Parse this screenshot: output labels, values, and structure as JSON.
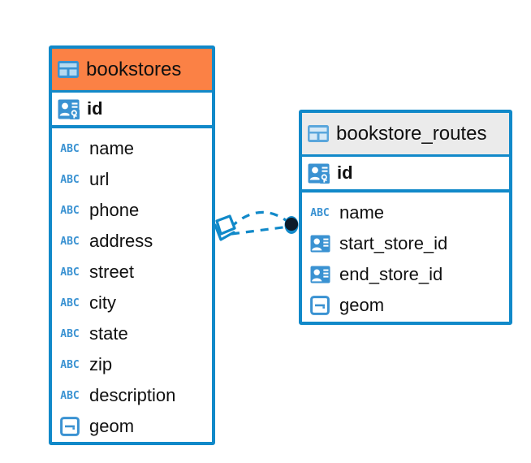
{
  "diagram": {
    "type": "entity-relationship-diagram",
    "colors": {
      "border": "#1189c9",
      "header_accent": "#fb8145",
      "header_neutral": "#ebebeb",
      "icon_blue": "#3a92d2",
      "connector": "#1189c9",
      "connector_endpoint": "#0d1b2a",
      "text": "#101010",
      "background": "#ffffff"
    },
    "entities": [
      {
        "id": "bookstores",
        "name": "bookstores",
        "header_style": "accent",
        "header_icon": "table-icon",
        "primary_key": {
          "name": "id",
          "icon": "primary-key-icon",
          "type": "key"
        },
        "fields": [
          {
            "name": "name",
            "icon": "abc-icon",
            "icon_label": "ABC",
            "type": "text"
          },
          {
            "name": "url",
            "icon": "abc-icon",
            "icon_label": "ABC",
            "type": "text"
          },
          {
            "name": "phone",
            "icon": "abc-icon",
            "icon_label": "ABC",
            "type": "text"
          },
          {
            "name": "address",
            "icon": "abc-icon",
            "icon_label": "ABC",
            "type": "text"
          },
          {
            "name": "street",
            "icon": "abc-icon",
            "icon_label": "ABC",
            "type": "text"
          },
          {
            "name": "city",
            "icon": "abc-icon",
            "icon_label": "ABC",
            "type": "text"
          },
          {
            "name": "state",
            "icon": "abc-icon",
            "icon_label": "ABC",
            "type": "text"
          },
          {
            "name": "zip",
            "icon": "abc-icon",
            "icon_label": "ABC",
            "type": "text"
          },
          {
            "name": "description",
            "icon": "abc-icon",
            "icon_label": "ABC",
            "type": "text"
          },
          {
            "name": "geom",
            "icon": "geometry-icon",
            "icon_label": "",
            "type": "geometry"
          }
        ]
      },
      {
        "id": "bookstore_routes",
        "name": "bookstore_routes",
        "header_style": "neutral",
        "header_icon": "table-icon",
        "primary_key": {
          "name": "id",
          "icon": "primary-key-icon",
          "type": "key"
        },
        "fields": [
          {
            "name": "name",
            "icon": "abc-icon",
            "icon_label": "ABC",
            "type": "text"
          },
          {
            "name": "start_store_id",
            "icon": "foreign-key-icon",
            "icon_label": "",
            "type": "reference"
          },
          {
            "name": "end_store_id",
            "icon": "foreign-key-icon",
            "icon_label": "",
            "type": "reference"
          },
          {
            "name": "geom",
            "icon": "geometry-icon",
            "icon_label": "",
            "type": "geometry"
          }
        ]
      }
    ],
    "relationship": {
      "from_entity": "bookstores",
      "to_entity": "bookstore_routes",
      "from_marker": "crows-foot-marker",
      "to_marker": "filled-circle-marker",
      "line_style": "dashed",
      "edge_count": 2
    }
  }
}
